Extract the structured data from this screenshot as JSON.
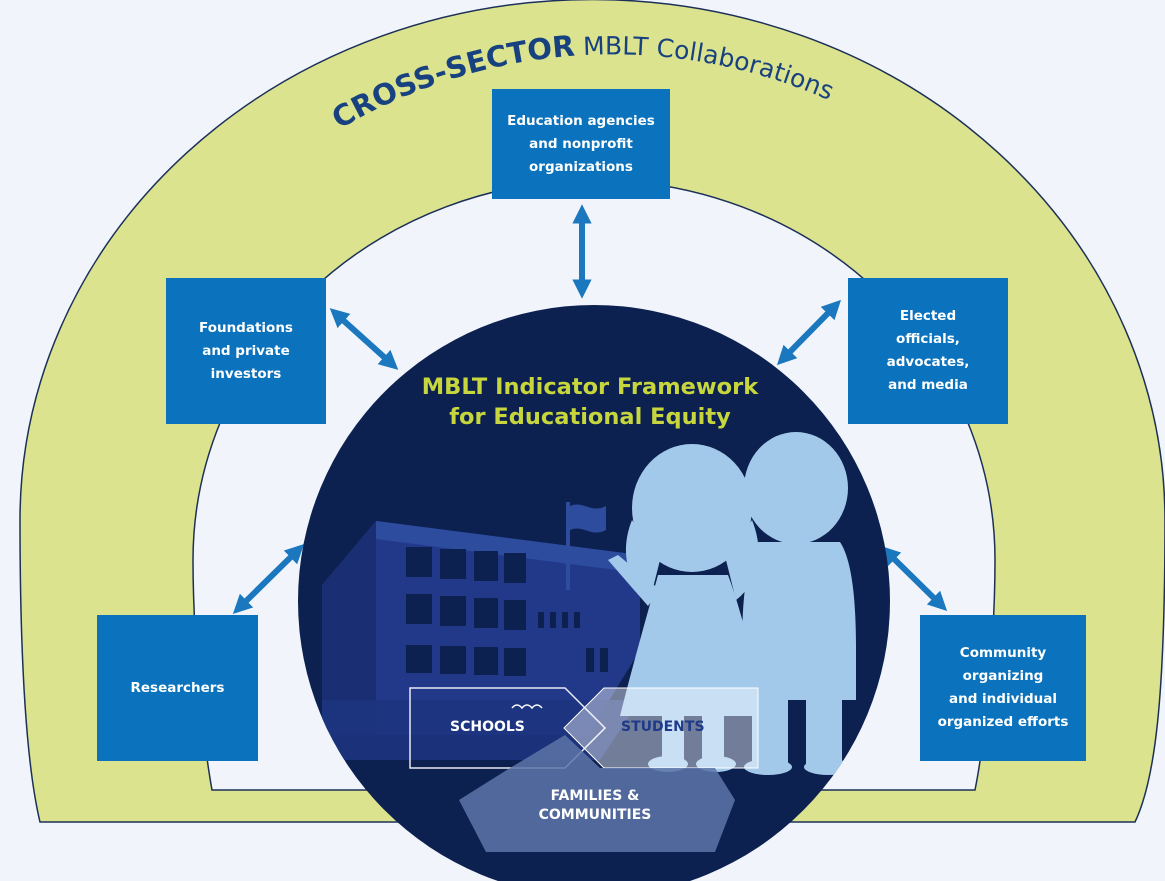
{
  "arc_title": {
    "bold": "CROSS-SECTOR",
    "rest": " MBLT Collaborations"
  },
  "boxes": {
    "education": "Education agencies\nand nonprofit\norganizations",
    "foundations": "Foundations\nand private\ninvestors",
    "elected": "Elected\nofficials,\nadvocates,\nand media",
    "researchers": "Researchers",
    "community": "Community\norganizing\nand individual\norganized efforts"
  },
  "framework_title": "MBLT Indicator Framework\nfor Educational Equity",
  "labels": {
    "schools": "SCHOOLS",
    "students": "STUDENTS",
    "families_line1": "FAMILIES &",
    "families_line2": "COMMUNITIES"
  },
  "colors": {
    "arc_fill": "#dce38f",
    "arc_stroke": "#1c3058",
    "box_fill": "#0b73bd",
    "circle_fill": "#0d2150",
    "framework_title": "#c6d63c",
    "arrow": "#1b78bf",
    "children": "#a3c9ea",
    "building": "#25418f"
  },
  "icons": [
    "school-building-icon",
    "girl-silhouette-icon",
    "boy-silhouette-icon",
    "flag-icon",
    "double-arrow-icon"
  ]
}
